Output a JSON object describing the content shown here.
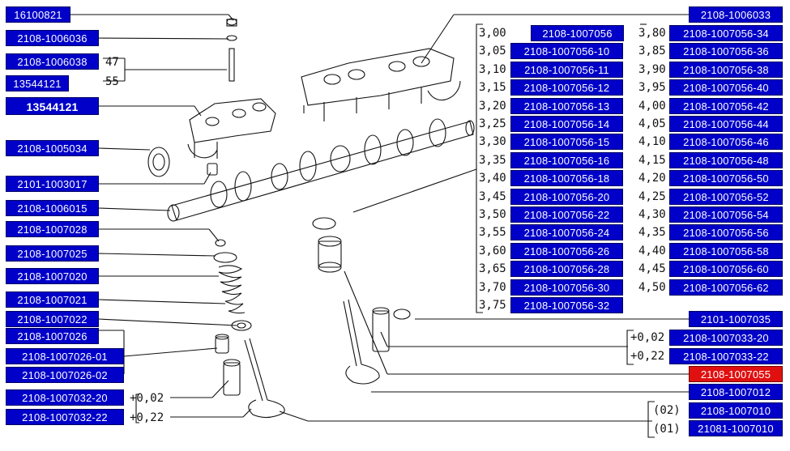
{
  "parts": {
    "p16100821": "16100821",
    "p2108_1006036": "2108-1006036",
    "p2108_1006038": "2108-1006038",
    "p13544121": "13544121",
    "p13544121_bold": "13544121",
    "p2108_1005034": "2108-1005034",
    "p2101_1003017": "2101-1003017",
    "p2108_1006015": "2108-1006015",
    "p2108_1007028": "2108-1007028",
    "p2108_1007025": "2108-1007025",
    "p2108_1007020": "2108-1007020",
    "p2108_1007021": "2108-1007021",
    "p2108_1007022": "2108-1007022",
    "p2108_1007026": "2108-1007026",
    "p2108_1007026_01": "2108-1007026-01",
    "p2108_1007026_02": "2108-1007026-02",
    "p2108_1007032_20": "2108-1007032-20",
    "p2108_1007032_22": "2108-1007032-22",
    "p2108_1006033": "2108-1006033",
    "p2108_1007056": "2108-1007056",
    "p2101_1007035": "2101-1007035",
    "p2108_1007033_20": "2108-1007033-20",
    "p2108_1007033_22": "2108-1007033-22",
    "p2108_1007055": "2108-1007055",
    "p2108_1007012": "2108-1007012",
    "p2108_1007010": "2108-1007010",
    "p21081_1007010": "21081-1007010"
  },
  "shim_table": {
    "left": [
      {
        "size": "3,00",
        "part": "2108-1007056"
      },
      {
        "size": "3,05",
        "part": "2108-1007056-10"
      },
      {
        "size": "3,10",
        "part": "2108-1007056-11"
      },
      {
        "size": "3,15",
        "part": "2108-1007056-12"
      },
      {
        "size": "3,20",
        "part": "2108-1007056-13"
      },
      {
        "size": "3,25",
        "part": "2108-1007056-14"
      },
      {
        "size": "3,30",
        "part": "2108-1007056-15"
      },
      {
        "size": "3,35",
        "part": "2108-1007056-16"
      },
      {
        "size": "3,40",
        "part": "2108-1007056-18"
      },
      {
        "size": "3,45",
        "part": "2108-1007056-20"
      },
      {
        "size": "3,50",
        "part": "2108-1007056-22"
      },
      {
        "size": "3,55",
        "part": "2108-1007056-24"
      },
      {
        "size": "3,60",
        "part": "2108-1007056-26"
      },
      {
        "size": "3,65",
        "part": "2108-1007056-28"
      },
      {
        "size": "3,70",
        "part": "2108-1007056-30"
      },
      {
        "size": "3,75",
        "part": "2108-1007056-32"
      }
    ],
    "right": [
      {
        "size": "3,80",
        "part": "2108-1007056-34"
      },
      {
        "size": "3,85",
        "part": "2108-1007056-36"
      },
      {
        "size": "3,90",
        "part": "2108-1007056-38"
      },
      {
        "size": "3,95",
        "part": "2108-1007056-40"
      },
      {
        "size": "4,00",
        "part": "2108-1007056-42"
      },
      {
        "size": "4,05",
        "part": "2108-1007056-44"
      },
      {
        "size": "4,10",
        "part": "2108-1007056-46"
      },
      {
        "size": "4,15",
        "part": "2108-1007056-48"
      },
      {
        "size": "4,20",
        "part": "2108-1007056-50"
      },
      {
        "size": "4,25",
        "part": "2108-1007056-52"
      },
      {
        "size": "4,30",
        "part": "2108-1007056-54"
      },
      {
        "size": "4,35",
        "part": "2108-1007056-56"
      },
      {
        "size": "4,40",
        "part": "2108-1007056-58"
      },
      {
        "size": "4,45",
        "part": "2108-1007056-60"
      },
      {
        "size": "4,50",
        "part": "2108-1007056-62"
      }
    ]
  },
  "annotations": {
    "stud_len_47": "47",
    "stud_len_55": "55",
    "guide_plus_002": "+0,02",
    "guide_plus_022": "+0,22",
    "seat_plus_002": "+0,02",
    "seat_plus_022": "+0,22",
    "valve_code_02": "(02)",
    "valve_code_01": "(01)"
  },
  "colors": {
    "label_bg": "#0000c8",
    "label_text": "#ffffff",
    "highlight_bg": "#e01010"
  }
}
